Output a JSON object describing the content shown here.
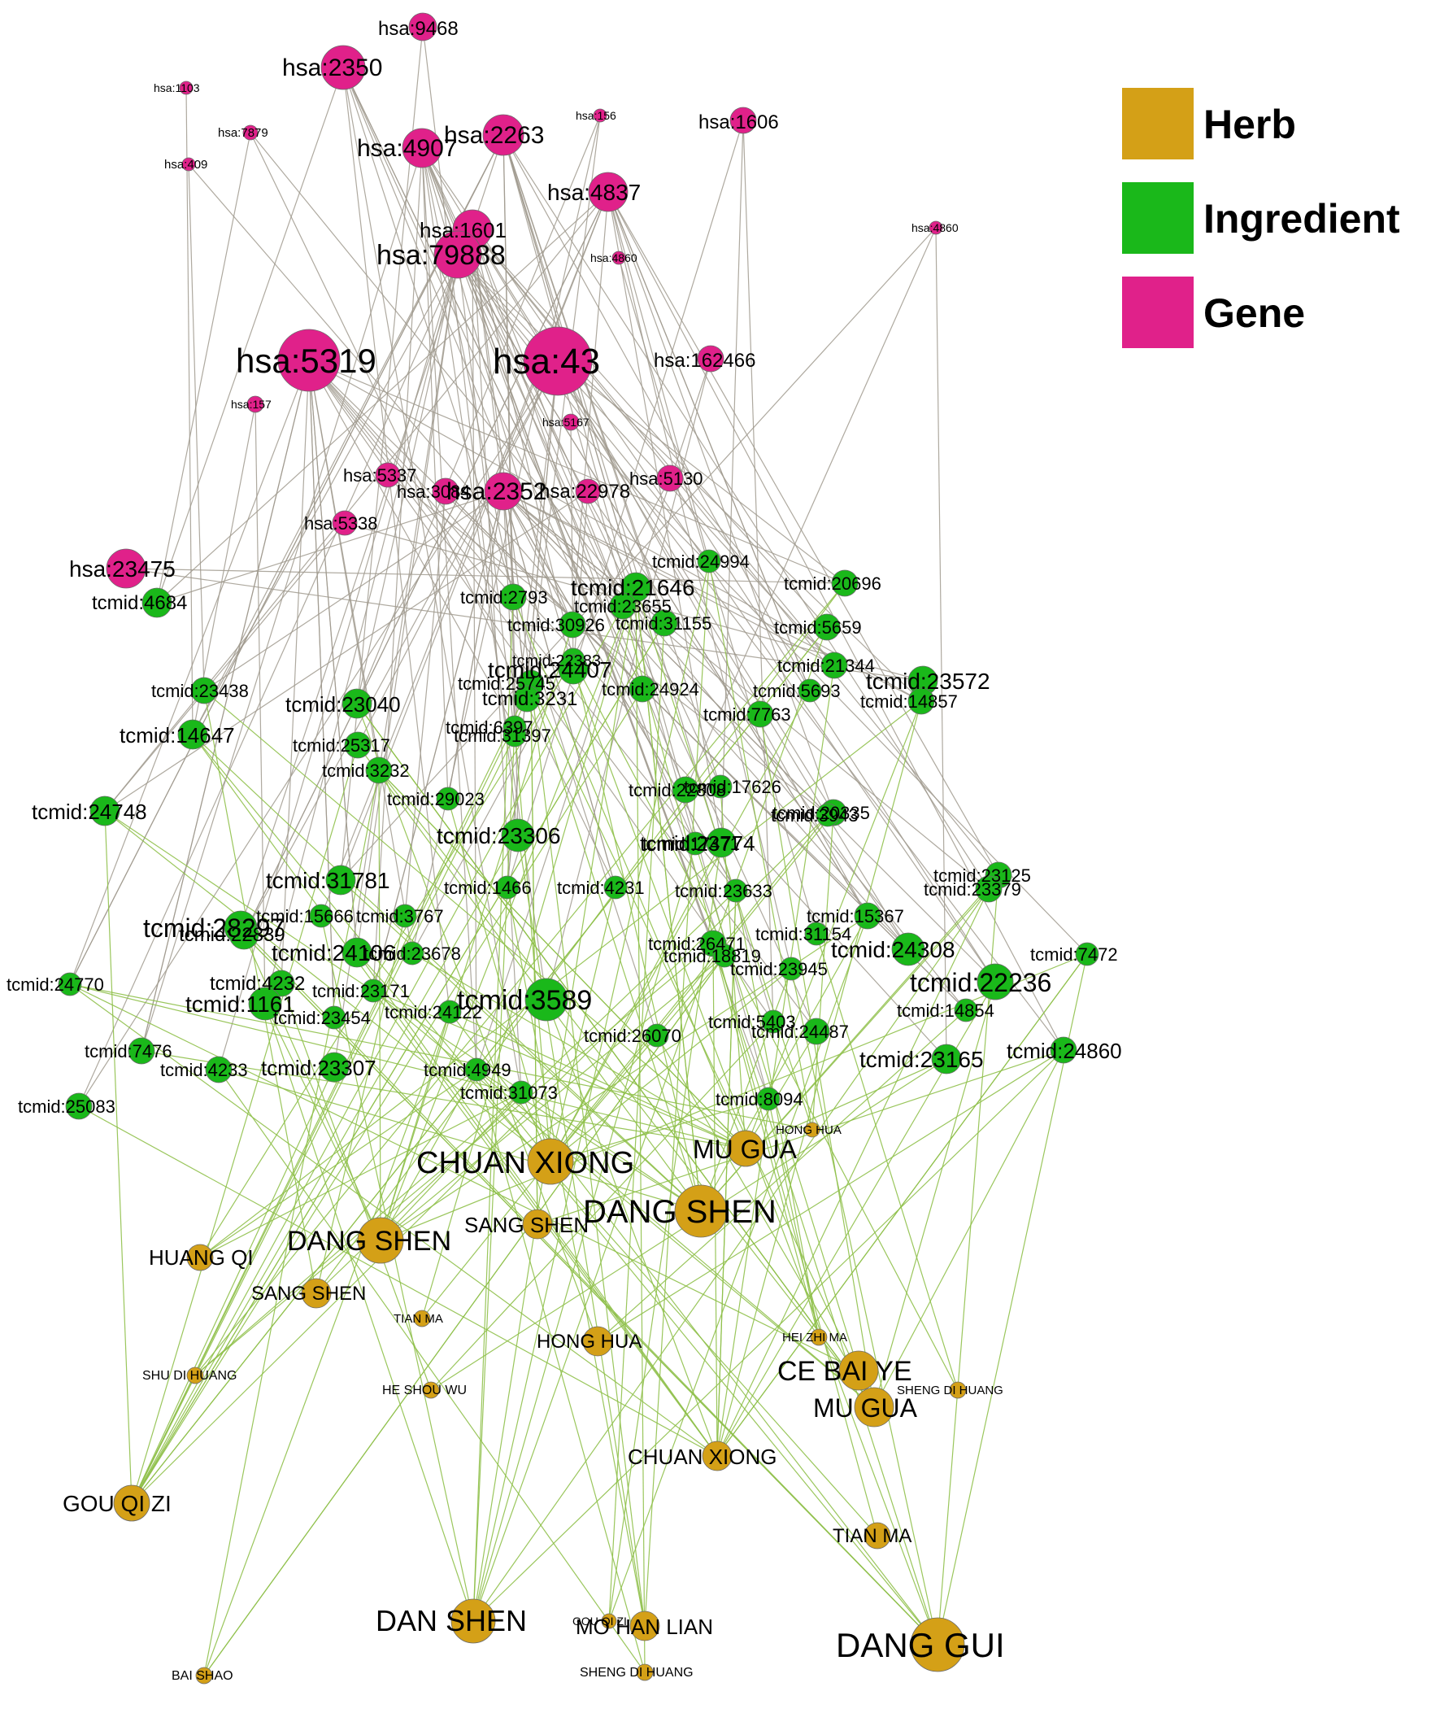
{
  "legend": [
    {
      "label": "Herb",
      "color": "#d4a017"
    },
    {
      "label": "Ingredient",
      "color": "#1ab81a"
    },
    {
      "label": "Gene",
      "color": "#e0218a"
    }
  ],
  "colors": {
    "herb": "#d4a017",
    "ingredient": "#1ab81a",
    "gene": "#e0218a",
    "gene_edge": "#a09a8e",
    "herb_edge": "#8fc04a"
  },
  "nodes": [
    {
      "id": "g9468",
      "type": "gene",
      "label": "hsa:9468"
    },
    {
      "id": "g2350",
      "type": "gene",
      "label": "hsa:2350"
    },
    {
      "id": "g1103",
      "type": "gene",
      "label": "hsa:1103"
    },
    {
      "id": "g7879",
      "type": "gene",
      "label": "hsa:7879"
    },
    {
      "id": "g409",
      "type": "gene",
      "label": "hsa:409"
    },
    {
      "id": "g156",
      "type": "gene",
      "label": "hsa:156"
    },
    {
      "id": "g1606",
      "type": "gene",
      "label": "hsa:1606"
    },
    {
      "id": "g2263",
      "type": "gene",
      "label": "hsa:2263"
    },
    {
      "id": "g4907",
      "type": "gene",
      "label": "hsa:4907"
    },
    {
      "id": "g4837",
      "type": "gene",
      "label": "hsa:4837"
    },
    {
      "id": "g1601",
      "type": "gene",
      "label": "hsa:1601"
    },
    {
      "id": "g79888",
      "type": "gene",
      "label": "hsa:79888"
    },
    {
      "id": "g4860a",
      "type": "gene",
      "label": "hsa:4860"
    },
    {
      "id": "g4860b",
      "type": "gene",
      "label": "hsa:4860"
    },
    {
      "id": "g5319",
      "type": "gene",
      "label": "hsa:5319"
    },
    {
      "id": "g43",
      "type": "gene",
      "label": "hsa:43"
    },
    {
      "id": "g162466",
      "type": "gene",
      "label": "hsa:162466"
    },
    {
      "id": "g157",
      "type": "gene",
      "label": "hsa:157"
    },
    {
      "id": "g5167",
      "type": "gene",
      "label": "hsa:5167"
    },
    {
      "id": "g5337",
      "type": "gene",
      "label": "hsa:5337"
    },
    {
      "id": "g3084",
      "type": "gene",
      "label": "hsa:3084"
    },
    {
      "id": "g2352",
      "type": "gene",
      "label": "hsa:2352"
    },
    {
      "id": "g22978",
      "type": "gene",
      "label": "hsa:22978"
    },
    {
      "id": "g5130",
      "type": "gene",
      "label": "hsa:5130"
    },
    {
      "id": "g5338",
      "type": "gene",
      "label": "hsa:5338"
    },
    {
      "id": "g23475",
      "type": "gene",
      "label": "hsa:23475"
    },
    {
      "id": "t4684",
      "type": "ingredient",
      "label": "tcmid:4684"
    },
    {
      "id": "t24994",
      "type": "ingredient",
      "label": "tcmid:24994"
    },
    {
      "id": "t2793",
      "type": "ingredient",
      "label": "tcmid:2793"
    },
    {
      "id": "t21646",
      "type": "ingredient",
      "label": "tcmid:21646"
    },
    {
      "id": "t23655",
      "type": "ingredient",
      "label": "tcmid:23655"
    },
    {
      "id": "t20696",
      "type": "ingredient",
      "label": "tcmid:20696"
    },
    {
      "id": "t30926",
      "type": "ingredient",
      "label": "tcmid:30926"
    },
    {
      "id": "t31155",
      "type": "ingredient",
      "label": "tcmid:31155"
    },
    {
      "id": "t5659",
      "type": "ingredient",
      "label": "tcmid:5659"
    },
    {
      "id": "t22383",
      "type": "ingredient",
      "label": "tcmid:22383"
    },
    {
      "id": "t24407",
      "type": "ingredient",
      "label": "tcmid:24407"
    },
    {
      "id": "t21344",
      "type": "ingredient",
      "label": "tcmid:21344"
    },
    {
      "id": "t23572",
      "type": "ingredient",
      "label": "tcmid:23572"
    },
    {
      "id": "t23438",
      "type": "ingredient",
      "label": "tcmid:23438"
    },
    {
      "id": "t25745",
      "type": "ingredient",
      "label": "tcmid:25745"
    },
    {
      "id": "t3231",
      "type": "ingredient",
      "label": "tcmid:3231"
    },
    {
      "id": "t24924",
      "type": "ingredient",
      "label": "tcmid:24924"
    },
    {
      "id": "t5693",
      "type": "ingredient",
      "label": "tcmid:5693"
    },
    {
      "id": "t14857",
      "type": "ingredient",
      "label": "tcmid:14857"
    },
    {
      "id": "t23040",
      "type": "ingredient",
      "label": "tcmid:23040"
    },
    {
      "id": "t6397",
      "type": "ingredient",
      "label": "tcmid:6397"
    },
    {
      "id": "t7763",
      "type": "ingredient",
      "label": "tcmid:7763"
    },
    {
      "id": "t14647",
      "type": "ingredient",
      "label": "tcmid:14647"
    },
    {
      "id": "t31397",
      "type": "ingredient",
      "label": "tcmid:31397"
    },
    {
      "id": "t25317",
      "type": "ingredient",
      "label": "tcmid:25317"
    },
    {
      "id": "t3232",
      "type": "ingredient",
      "label": "tcmid:3232"
    },
    {
      "id": "t22808",
      "type": "ingredient",
      "label": "tcmid:22808"
    },
    {
      "id": "t17626",
      "type": "ingredient",
      "label": "tcmid:17626"
    },
    {
      "id": "t29023",
      "type": "ingredient",
      "label": "tcmid:29023"
    },
    {
      "id": "t24748",
      "type": "ingredient",
      "label": "tcmid:24748"
    },
    {
      "id": "t20335",
      "type": "ingredient",
      "label": "tcmid:20335"
    },
    {
      "id": "t3943",
      "type": "ingredient",
      "label": "tcmid:3943"
    },
    {
      "id": "t23306",
      "type": "ingredient",
      "label": "tcmid:23306"
    },
    {
      "id": "t23774",
      "type": "ingredient",
      "label": "tcmid:23774"
    },
    {
      "id": "t17471",
      "type": "ingredient",
      "label": "tcmid:17471"
    },
    {
      "id": "t31781",
      "type": "ingredient",
      "label": "tcmid:31781"
    },
    {
      "id": "t1466",
      "type": "ingredient",
      "label": "tcmid:1466"
    },
    {
      "id": "t4231",
      "type": "ingredient",
      "label": "tcmid:4231"
    },
    {
      "id": "t23633",
      "type": "ingredient",
      "label": "tcmid:23633"
    },
    {
      "id": "t23125",
      "type": "ingredient",
      "label": "tcmid:23125"
    },
    {
      "id": "t23379",
      "type": "ingredient",
      "label": "tcmid:23379"
    },
    {
      "id": "t15666",
      "type": "ingredient",
      "label": "tcmid:15666"
    },
    {
      "id": "t3767",
      "type": "ingredient",
      "label": "tcmid:3767"
    },
    {
      "id": "t15367",
      "type": "ingredient",
      "label": "tcmid:15367"
    },
    {
      "id": "t28297",
      "type": "ingredient",
      "label": "tcmid:28297"
    },
    {
      "id": "t22839",
      "type": "ingredient",
      "label": "tcmid:22839"
    },
    {
      "id": "t31154",
      "type": "ingredient",
      "label": "tcmid:31154"
    },
    {
      "id": "t24106",
      "type": "ingredient",
      "label": "tcmid:24106"
    },
    {
      "id": "t23678",
      "type": "ingredient",
      "label": "tcmid:23678"
    },
    {
      "id": "t26471",
      "type": "ingredient",
      "label": "tcmid:26471"
    },
    {
      "id": "t18819",
      "type": "ingredient",
      "label": "tcmid:18819"
    },
    {
      "id": "t24308",
      "type": "ingredient",
      "label": "tcmid:24308"
    },
    {
      "id": "t7472",
      "type": "ingredient",
      "label": "tcmid:7472"
    },
    {
      "id": "t24770",
      "type": "ingredient",
      "label": "tcmid:24770"
    },
    {
      "id": "t4232",
      "type": "ingredient",
      "label": "tcmid:4232"
    },
    {
      "id": "t23945",
      "type": "ingredient",
      "label": "tcmid:23945"
    },
    {
      "id": "t23171",
      "type": "ingredient",
      "label": "tcmid:23171"
    },
    {
      "id": "t3589",
      "type": "ingredient",
      "label": "tcmid:3589"
    },
    {
      "id": "t22236",
      "type": "ingredient",
      "label": "tcmid:22236"
    },
    {
      "id": "t1161",
      "type": "ingredient",
      "label": "tcmid:1161"
    },
    {
      "id": "t23454",
      "type": "ingredient",
      "label": "tcmid:23454"
    },
    {
      "id": "t24122",
      "type": "ingredient",
      "label": "tcmid:24122"
    },
    {
      "id": "t14854",
      "type": "ingredient",
      "label": "tcmid:14854"
    },
    {
      "id": "t5403",
      "type": "ingredient",
      "label": "tcmid:5403"
    },
    {
      "id": "t24487",
      "type": "ingredient",
      "label": "tcmid:24487"
    },
    {
      "id": "t26070",
      "type": "ingredient",
      "label": "tcmid:26070"
    },
    {
      "id": "t7476",
      "type": "ingredient",
      "label": "tcmid:7476"
    },
    {
      "id": "t24860",
      "type": "ingredient",
      "label": "tcmid:24860"
    },
    {
      "id": "t23165",
      "type": "ingredient",
      "label": "tcmid:23165"
    },
    {
      "id": "t4233",
      "type": "ingredient",
      "label": "tcmid:4233"
    },
    {
      "id": "t23307",
      "type": "ingredient",
      "label": "tcmid:23307"
    },
    {
      "id": "t4949",
      "type": "ingredient",
      "label": "tcmid:4949"
    },
    {
      "id": "t31073",
      "type": "ingredient",
      "label": "tcmid:31073"
    },
    {
      "id": "t8094",
      "type": "ingredient",
      "label": "tcmid:8094"
    },
    {
      "id": "t25083",
      "type": "ingredient",
      "label": "tcmid:25083"
    },
    {
      "id": "hHongHua1",
      "type": "herb",
      "label": "HONG HUA"
    },
    {
      "id": "hChuanXiong1",
      "type": "herb",
      "label": "CHUAN XIONG"
    },
    {
      "id": "hMuGua1",
      "type": "herb",
      "label": "MU GUA"
    },
    {
      "id": "hDangShen1",
      "type": "herb",
      "label": "DANG SHEN"
    },
    {
      "id": "hSangShen1",
      "type": "herb",
      "label": "SANG SHEN"
    },
    {
      "id": "hDangShen2",
      "type": "herb",
      "label": "DANG SHEN"
    },
    {
      "id": "hHuangQi",
      "type": "herb",
      "label": "HUANG QI"
    },
    {
      "id": "hSangShen2",
      "type": "herb",
      "label": "SANG SHEN"
    },
    {
      "id": "hTianMa1",
      "type": "herb",
      "label": "TIAN MA"
    },
    {
      "id": "hHeiZhiMa",
      "type": "herb",
      "label": "HEI ZHI MA"
    },
    {
      "id": "hHongHua2",
      "type": "herb",
      "label": "HONG HUA"
    },
    {
      "id": "hShuDiHuang",
      "type": "herb",
      "label": "SHU DI HUANG"
    },
    {
      "id": "hCeBaiYe",
      "type": "herb",
      "label": "CE BAI YE"
    },
    {
      "id": "hHeShouWu",
      "type": "herb",
      "label": "HE SHOU WU"
    },
    {
      "id": "hShengDiHuang1",
      "type": "herb",
      "label": "SHENG DI HUANG"
    },
    {
      "id": "hMuGua2",
      "type": "herb",
      "label": "MU GUA"
    },
    {
      "id": "hChuanXiong2",
      "type": "herb",
      "label": "CHUAN XIONG"
    },
    {
      "id": "hGouQiZi",
      "type": "herb",
      "label": "GOU QI ZI"
    },
    {
      "id": "hTianMa2",
      "type": "herb",
      "label": "TIAN MA"
    },
    {
      "id": "hDanShen",
      "type": "herb",
      "label": "DAN SHEN"
    },
    {
      "id": "hGouQiZi2",
      "type": "herb",
      "label": "GOU QI ZI"
    },
    {
      "id": "hMoHanLian",
      "type": "herb",
      "label": "MO HAN LIAN"
    },
    {
      "id": "hDangGui",
      "type": "herb",
      "label": "DANG GUI"
    },
    {
      "id": "hBaiShao",
      "type": "herb",
      "label": "BAI SHAO"
    },
    {
      "id": "hShengDiHuang2",
      "type": "herb",
      "label": "SHENG DI HUANG"
    }
  ]
}
